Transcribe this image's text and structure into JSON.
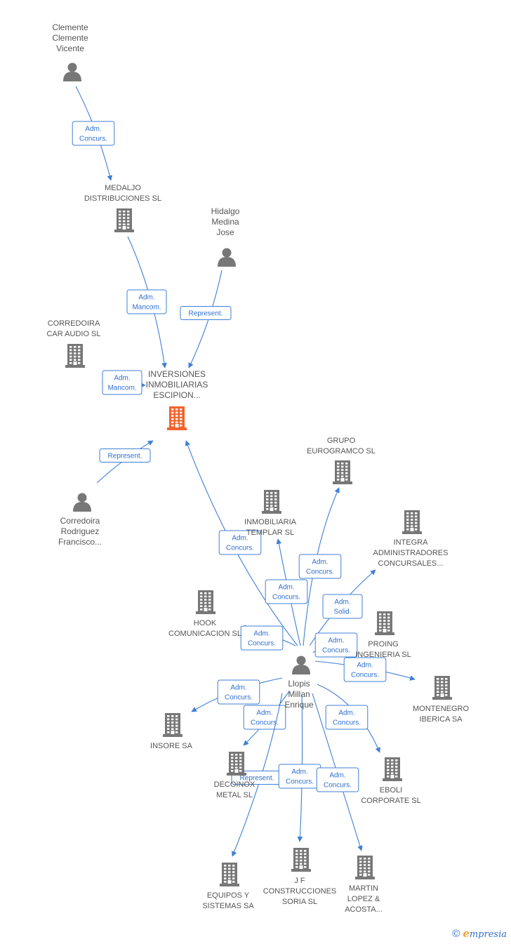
{
  "colors": {
    "edge": "#3f7fd6",
    "node": "#777777",
    "focus": "#f4622a",
    "label": "#555555"
  },
  "nodes": [
    {
      "id": "clemente",
      "kind": "person",
      "label": [
        "Clemente",
        "Clemente",
        "Vicente"
      ]
    },
    {
      "id": "medaljo",
      "kind": "company",
      "label": [
        "MEDALJO",
        "DISTRIBUCIONES SL"
      ]
    },
    {
      "id": "hidalgo",
      "kind": "person",
      "label": [
        "Hidalgo",
        "Medina",
        "Jose"
      ]
    },
    {
      "id": "corredoira_car",
      "kind": "company",
      "label": [
        "CORREDOIRA",
        "CAR AUDIO SL"
      ]
    },
    {
      "id": "inversiones",
      "kind": "focus",
      "label": [
        "INVERSIONES",
        "INMOBILIARIAS",
        "ESCIPION..."
      ]
    },
    {
      "id": "corredoira_p",
      "kind": "person",
      "label": [
        "Corredoira",
        "Rodriguez",
        "Francisco..."
      ]
    },
    {
      "id": "grupo",
      "kind": "company",
      "label": [
        "GRUPO",
        "EUROGRAMCO SL"
      ]
    },
    {
      "id": "inmobiliaria",
      "kind": "company",
      "label": [
        "INMOBILIARIA",
        "TEMPLAR SL"
      ]
    },
    {
      "id": "integra",
      "kind": "company",
      "label": [
        "INTEGRA",
        "ADMINISTRADORES",
        "CONCURSALES..."
      ]
    },
    {
      "id": "hook",
      "kind": "company",
      "label": [
        "HOOK",
        "COMUNICACION SL"
      ]
    },
    {
      "id": "proing",
      "kind": "company",
      "label": [
        "PROING",
        "INGENIERIA SL"
      ]
    },
    {
      "id": "llopis",
      "kind": "person",
      "label": [
        "Llopis",
        "Millan",
        "Enrique"
      ]
    },
    {
      "id": "montenegro",
      "kind": "company",
      "label": [
        "MONTENEGRO",
        "IBERICA SA"
      ]
    },
    {
      "id": "insore",
      "kind": "company",
      "label": [
        "INSORE SA"
      ]
    },
    {
      "id": "decoinox",
      "kind": "company",
      "label": [
        "DECOINOX",
        "METAL SL"
      ]
    },
    {
      "id": "eboli",
      "kind": "company",
      "label": [
        "EBOLI",
        "CORPORATE SL"
      ]
    },
    {
      "id": "equipos",
      "kind": "company",
      "label": [
        "EQUIPOS Y",
        "SISTEMAS SA"
      ]
    },
    {
      "id": "jf",
      "kind": "company",
      "label": [
        "J F",
        "CONSTRUCCIONES",
        "SORIA SL"
      ]
    },
    {
      "id": "martin",
      "kind": "company",
      "label": [
        "MARTIN",
        "LOPEZ &",
        "ACOSTA..."
      ]
    }
  ],
  "edges": [
    {
      "label": [
        "Adm.",
        "Concurs."
      ]
    },
    {
      "label": [
        "Adm.",
        "Mancom."
      ]
    },
    {
      "label": [
        "Represent."
      ]
    },
    {
      "label": [
        "Adm.",
        "Mancom."
      ]
    },
    {
      "label": [
        "Represent."
      ]
    },
    {
      "label": [
        "Adm.",
        "Concurs."
      ]
    },
    {
      "label": [
        "Adm.",
        "Concurs."
      ]
    },
    {
      "label": [
        "Adm.",
        "Concurs."
      ]
    },
    {
      "label": [
        "Adm.",
        "Solid."
      ]
    },
    {
      "label": [
        "Adm.",
        "Concurs."
      ]
    },
    {
      "label": [
        "Adm.",
        "Concurs."
      ]
    },
    {
      "label": [
        "Adm.",
        "Concurs."
      ]
    },
    {
      "label": [
        "Adm.",
        "Concurs."
      ]
    },
    {
      "label": [
        "Adm.",
        "Concurs."
      ]
    },
    {
      "label": [
        "Adm.",
        "Concurs."
      ]
    },
    {
      "label": [
        "Represent."
      ]
    },
    {
      "label": [
        "Adm.",
        "Concurs."
      ]
    },
    {
      "label": [
        "Adm.",
        "Concurs."
      ]
    }
  ],
  "footer": {
    "copyright": "©",
    "brand_initial": "e",
    "brand_rest": "mpresia"
  }
}
